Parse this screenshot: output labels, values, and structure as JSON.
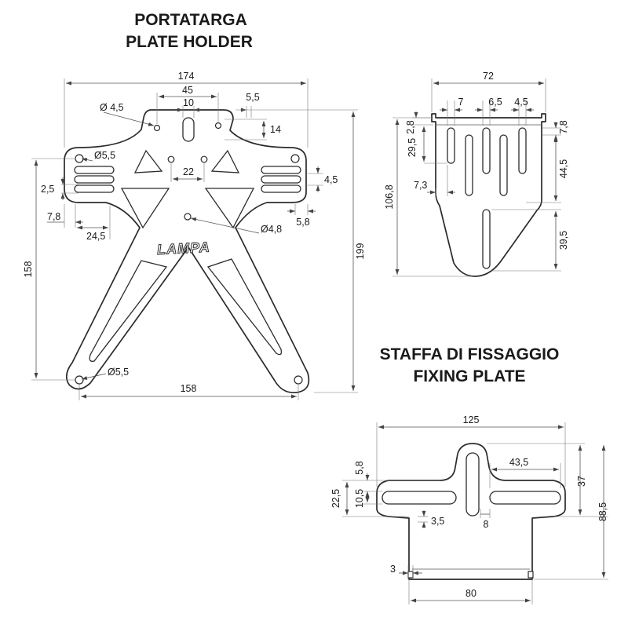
{
  "plate_holder": {
    "title_it": "PORTATARGA",
    "title_en": "PLATE HOLDER",
    "brand": "LAMPA",
    "dims": {
      "width_top": "174",
      "holes_45": "45",
      "slot_10": "10",
      "hole_d45": "Ø 4,5",
      "dim_55": "5,5",
      "dim_14": "14",
      "hole_d55_top": "Ø5,5",
      "dim_22": "22",
      "dim_25": "2,5",
      "dim_78": "7,8",
      "dim_245": "24,5",
      "dim_45r": "4,5",
      "dim_58": "5,8",
      "hole_d48": "Ø4,8",
      "height_158": "158",
      "height_199": "199",
      "hole_d55_bottom": "Ø5,5",
      "width_bottom": "158"
    }
  },
  "bracket": {
    "dims": {
      "width_72": "72",
      "dim_7": "7",
      "dim_65": "6,5",
      "dim_45": "4,5",
      "dim_28": "2,8",
      "dim_78": "7,8",
      "dim_295": "29,5",
      "dim_445": "44,5",
      "dim_1068": "106,8",
      "dim_73": "7,3",
      "dim_395": "39,5"
    }
  },
  "fixing_plate": {
    "title_it": "STAFFA DI FISSAGGIO",
    "title_en": "FIXING PLATE",
    "dims": {
      "width_125": "125",
      "dim_58": "5,8",
      "dim_435": "43,5",
      "dim_225": "22,5",
      "dim_105": "10,5",
      "dim_37": "37",
      "dim_885": "88,5",
      "dim_35": "3,5",
      "dim_8": "8",
      "dim_3": "3",
      "width_80": "80"
    }
  }
}
